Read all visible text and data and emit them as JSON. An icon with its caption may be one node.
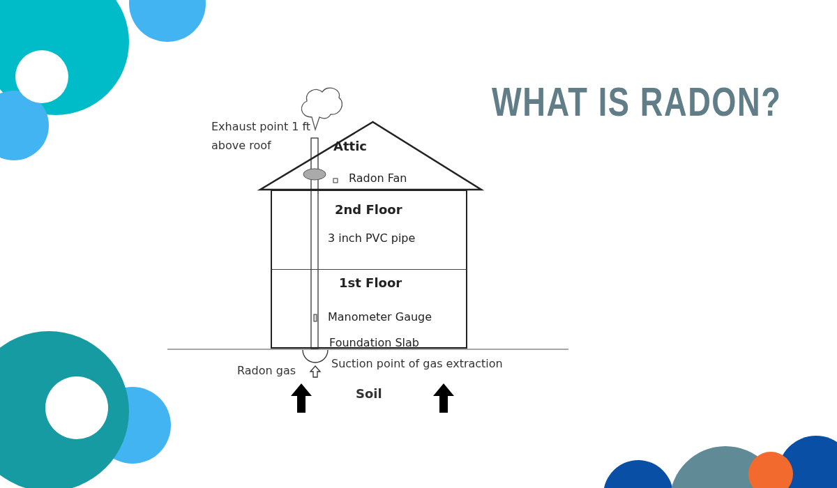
{
  "diagram": {
    "title": "WHAT IS RADON?",
    "nodes": [
      {
        "text": [
          "Attic",
          "Radon Fan"
        ]
      },
      {
        "text": [
          "2nd Floor",
          "3 inch PVC pipe"
        ]
      },
      {
        "text": [
          "1st Floor",
          "Manometer Gauge",
          "Foundation Slab"
        ]
      }
    ],
    "labels": [
      "Exhaust point 1 ft above roof",
      "Suction point of gas extraction",
      "Radon gas",
      "Soil"
    ]
  }
}
